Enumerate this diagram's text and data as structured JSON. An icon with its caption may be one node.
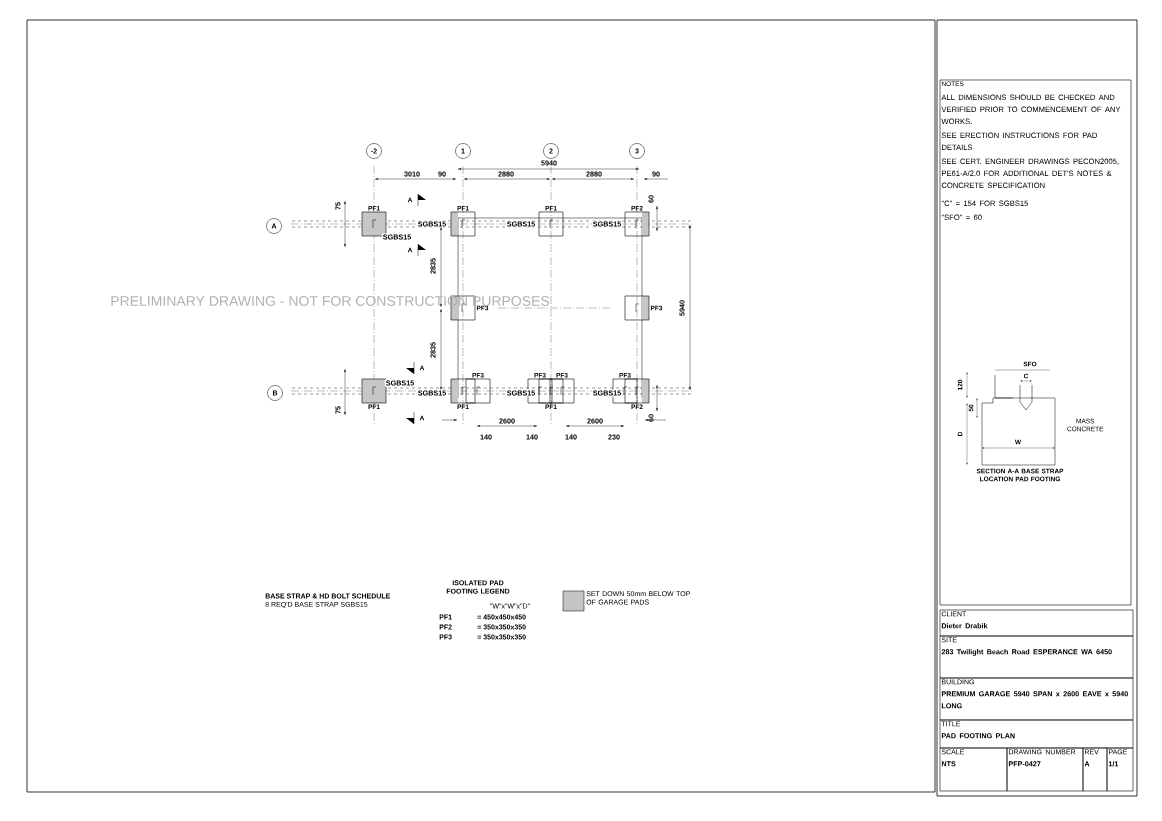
{
  "diagram": {
    "nodes": [
      {
        "text": [
          "-2"
        ]
      },
      {
        "text": [
          "1"
        ]
      },
      {
        "text": [
          "2"
        ]
      },
      {
        "text": [
          "3"
        ]
      },
      {
        "text": [
          "A"
        ]
      },
      {
        "text": [
          "PF1"
        ]
      },
      {
        "text": [
          "PF1"
        ]
      },
      {
        "text": [
          "PF1"
        ]
      },
      {
        "text": [
          "PF2"
        ]
      },
      {
        "text": [
          "PF3"
        ]
      },
      {
        "text": [
          "PF3"
        ]
      },
      {
        "text": [
          "B"
        ]
      },
      {
        "text": [
          "PF1"
        ]
      },
      {
        "text": [
          "PF1"
        ]
      },
      {
        "text": [
          "PF3"
        ]
      },
      {
        "text": [
          "PF3"
        ]
      },
      {
        "text": [
          "PF1"
        ]
      },
      {
        "text": [
          "PF3"
        ]
      },
      {
        "text": [
          "PF3"
        ]
      },
      {
        "text": [
          "PF2"
        ]
      },
      {
        "text": [
          "NOTES",
          "ALL DIMENSIONS SHOULD BE CHECKED AND VERIFIED PRIOR TO COMMENCEMENT OF ANY WORKS.",
          "SEE ERECTION INSTRUCTIONS FOR PAD DETAILS",
          "SEE CERT. ENGINEER DRAWINGS PECON2005, PE61-A/2.0 FOR ADDITIONAL DET'S NOTES & CONCRETE SPECIFICATION",
          "\"C\" = 154 FOR SGBS15",
          "\"SFO\" = 60"
        ]
      },
      {
        "text": [
          "CLIENT",
          "Dieter Drabik"
        ]
      },
      {
        "text": [
          "SITE",
          "283 Twilight Beach Road ESPERANCE WA 6450"
        ]
      },
      {
        "text": [
          "BUILDING",
          "PREMIUM GARAGE 5940 SPAN x 2600 EAVE x 5940 LONG"
        ]
      },
      {
        "text": [
          "TITLE",
          "PAD FOOTING PLAN"
        ]
      },
      {
        "text": [
          "SCALE",
          "NTS"
        ]
      },
      {
        "text": [
          "DRAWING NUMBER",
          "PFP-0427"
        ]
      },
      {
        "text": [
          "REV",
          "A"
        ]
      },
      {
        "text": [
          "PAGE",
          "1/1"
        ]
      }
    ],
    "labels": [
      "3010",
      "90",
      "5940",
      "2880",
      "2880",
      "90",
      "75",
      "A",
      "SGBS15",
      "SGBS15",
      "SGBS15",
      "SGBS15",
      "60",
      "A",
      "2835",
      "PRELIMINARY DRAWING - NOT FOR CONSTRUCTION PURPOSES",
      "5940",
      "2835",
      "A",
      "SGBS15",
      "SGBS15",
      "SGBS15",
      "SGBS15",
      "75",
      "60",
      "A",
      "2600",
      "2600",
      "140",
      "140",
      "140",
      "230",
      "BASE STRAP & HD BOLT SCHEDULE",
      "8 REQ'D BASE STRAP SGBS15",
      "ISOLATED PAD FOOTING LEGEND",
      "\"W\"x\"W\"x\"D\"",
      "PF1",
      "= 450x450x450",
      "PF2",
      "= 350x350x350",
      "PF3",
      "= 350x350x350",
      "SFO",
      "C",
      "120",
      "50",
      "D",
      "MASS CONCRETE",
      "W",
      "SECTION A-A BASE STRAP LOCATION PAD FOOTING"
    ],
    "legend": [
      {
        "text": "SET DOWN 50mm BELOW TOP OF GARAGE PADS",
        "color": "#c4c4c4"
      }
    ]
  }
}
